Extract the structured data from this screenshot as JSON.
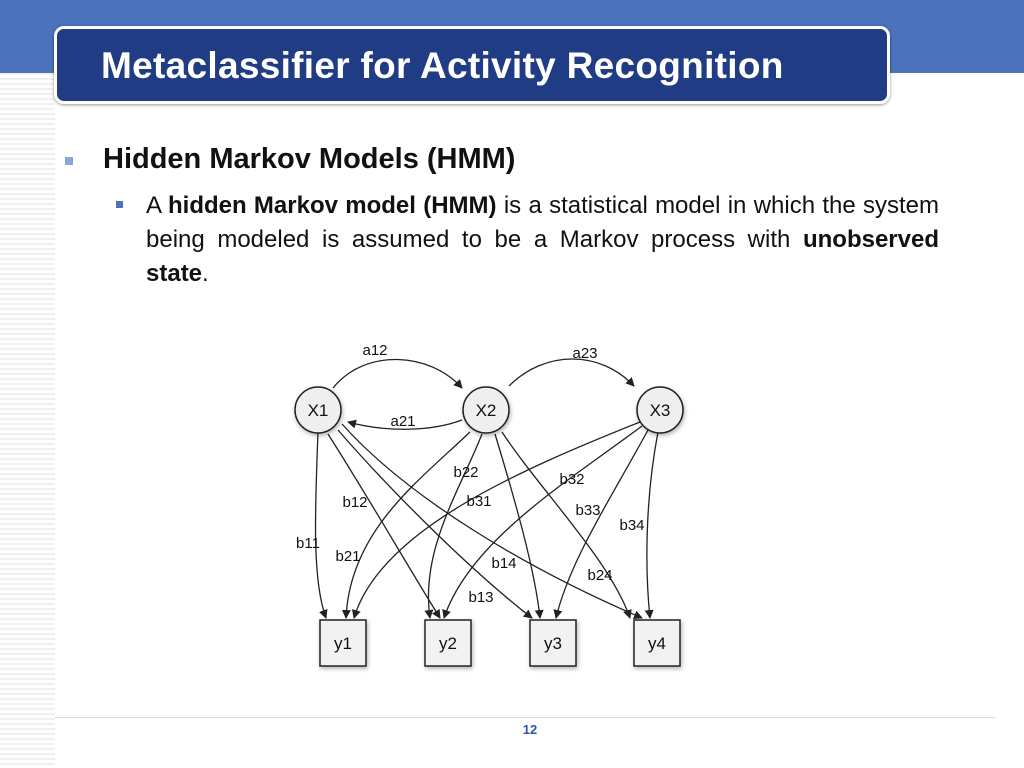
{
  "slide": {
    "title": "Metaclassifier for Activity Recognition",
    "page_number": "12"
  },
  "content": {
    "heading": "Hidden Markov Models (HMM)",
    "para_a": "A ",
    "para_bold1": "hidden Markov model (HMM)",
    "para_mid": " is a statistical model in which the system being modeled is assumed to be a Markov process with ",
    "para_bold2": "unobserved state",
    "para_end": "."
  },
  "diagram": {
    "hidden_states": [
      "X1",
      "X2",
      "X3"
    ],
    "observations": [
      "y1",
      "y2",
      "y3",
      "y4"
    ],
    "transitions": [
      "a12",
      "a21",
      "a23"
    ],
    "emissions": [
      "b11",
      "b12",
      "b13",
      "b14",
      "b21",
      "b22",
      "b24",
      "b31",
      "b32",
      "b33",
      "b34"
    ]
  },
  "colors": {
    "top_band": "#4a73bc",
    "title_box": "#203c84",
    "page_number": "#2d56a8"
  }
}
